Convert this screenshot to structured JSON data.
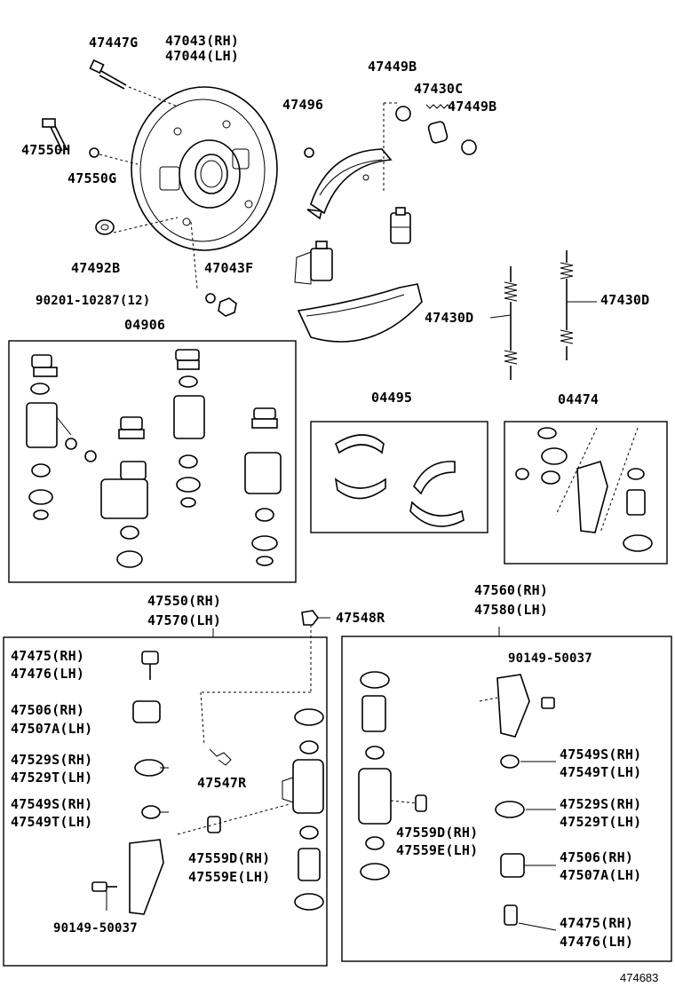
{
  "labels": {
    "l47447g": "47447G",
    "l47043": "47043(RH)",
    "l47044": "47044(LH)",
    "l47550h": "47550H",
    "l47550g": "47550G",
    "l47492b": "47492B",
    "l47043f": "47043F",
    "l90201": "90201-10287(12)",
    "l47496": "47496",
    "l47449b_a": "47449B",
    "l47430c": "47430C",
    "l47449b_b": "47449B",
    "l47430d_a": "47430D",
    "l47430d_b": "47430D",
    "l04906": "04906",
    "l04495": "04495",
    "l04474": "04474",
    "l47550rh": "47550(RH)",
    "l47570lh": "47570(LH)",
    "l47548r": "47548R",
    "l47560rh": "47560(RH)",
    "l47580lh": "47580(LH)",
    "l47475_l": "47475(RH)",
    "l47476_l": "47476(LH)",
    "l47506_l": "47506(RH)",
    "l47507a_l": "47507A(LH)",
    "l47529s_l": "47529S(RH)",
    "l47529t_l": "47529T(LH)",
    "l47549s_l": "47549S(RH)",
    "l47549t_l": "47549T(LH)",
    "l47547r": "47547R",
    "l47559d_l": "47559D(RH)",
    "l47559e_l": "47559E(LH)",
    "l90149_l": "90149-50037",
    "l90149_r": "90149-50037",
    "l47549s_r": "47549S(RH)",
    "l47549t_r": "47549T(LH)",
    "l47529s_r": "47529S(RH)",
    "l47529t_r": "47529T(LH)",
    "l47559d_r": "47559D(RH)",
    "l47559e_r": "47559E(LH)",
    "l47506_r": "47506(RH)",
    "l47507a_r": "47507A(LH)",
    "l47475_r": "47475(RH)",
    "l47476_r": "47476(LH)"
  },
  "figure_number": "474683"
}
